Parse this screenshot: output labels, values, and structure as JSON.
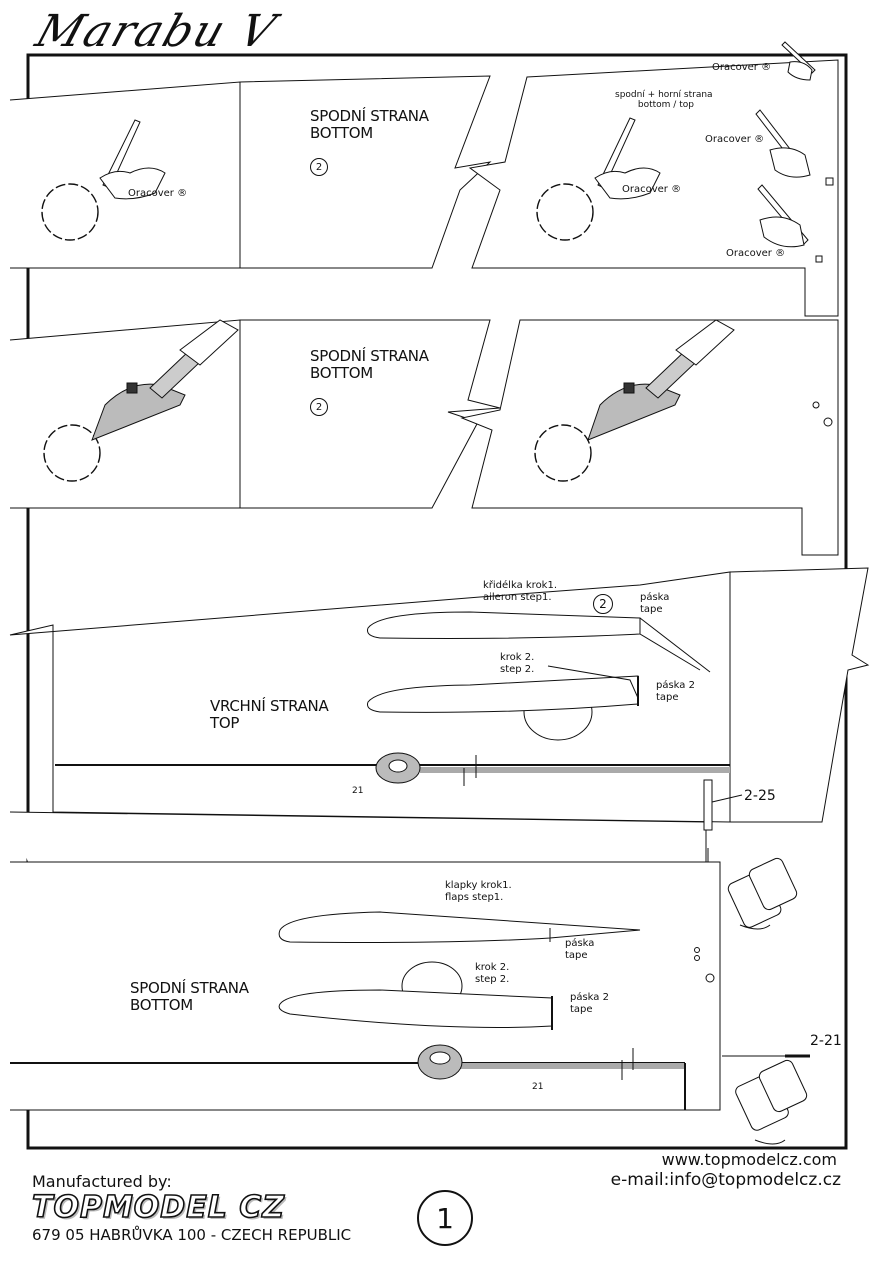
{
  "title": "Marabu V",
  "panels": {
    "row1": {
      "heading": "SPODNÍ STRANA\nBOTTOM",
      "step": "2",
      "oracover_1": "Oracover ®",
      "oracover_2": "Oracover ®",
      "oracover_3": "Oracover ®",
      "oracover_4": "Oracover ®",
      "oracover_top": "Oracover ®",
      "note": "spodní + horní strana\n        bottom / top"
    },
    "row2": {
      "heading": "SPODNÍ STRANA\nBOTTOM",
      "step": "2"
    },
    "top_wing": {
      "heading": "VRCHNÍ STRANA\nTOP",
      "aileron_step1": "křidélka krok1.\naileron step1.",
      "step_marker": "2",
      "tape1": "páska\ntape",
      "step2": "krok 2.\nstep 2.",
      "tape2": "páska 2\ntape",
      "part_label": "2-25",
      "small_mark": "21"
    },
    "bottom_wing": {
      "heading": "SPODNÍ STRANA\nBOTTOM",
      "flaps_step1": "klapky krok1.\nflaps step1.",
      "tape1": "páska\ntape",
      "step2": "krok 2.\nstep 2.",
      "tape2": "páska 2\ntape",
      "part_label": "2-21",
      "small_mark": "21"
    }
  },
  "footer": {
    "manufactured_by": "Manufactured by:",
    "brand": "TOPMODEL  CZ",
    "address": "679 05 HABRŮVKA 100 - CZECH REPUBLIC",
    "web": "www.topmodelcz.com",
    "email": "e-mail:info@topmodelcz.cz",
    "page_number": "1"
  }
}
